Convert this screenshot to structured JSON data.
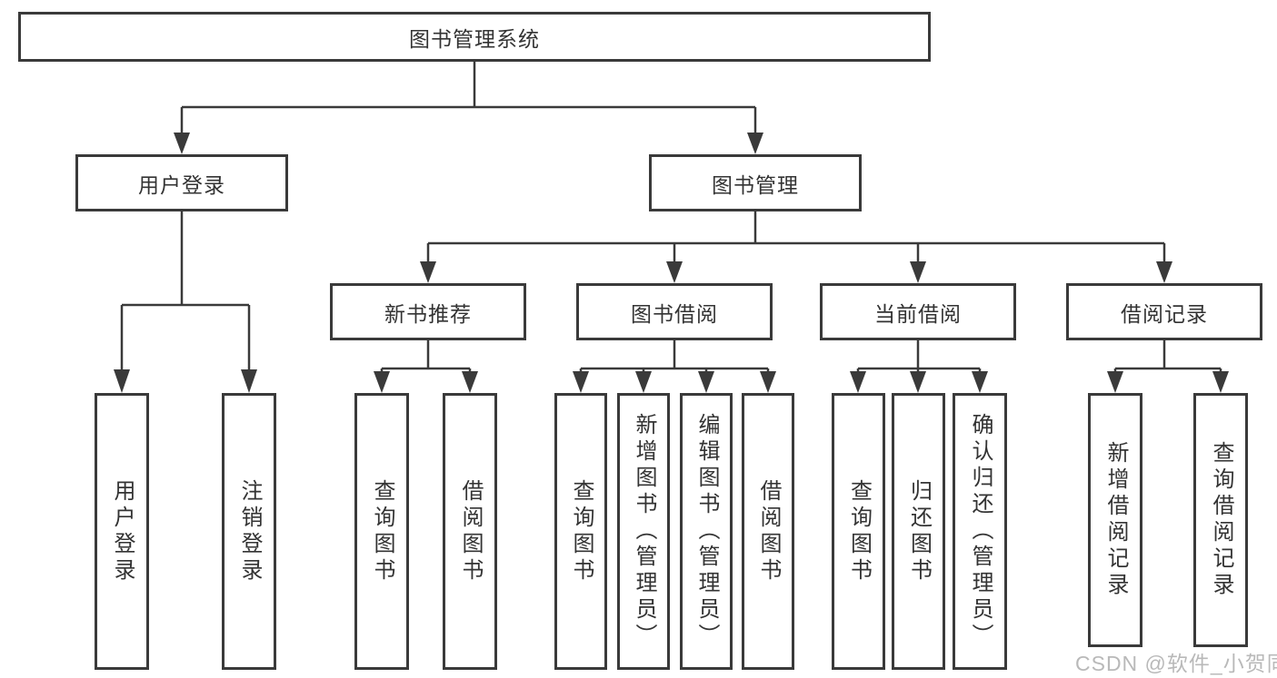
{
  "tree": {
    "label": "图书管理系统",
    "children": [
      {
        "label": "用户登录",
        "children": [
          {
            "label": "用户登录"
          },
          {
            "label": "注销登录"
          }
        ]
      },
      {
        "label": "图书管理",
        "children": [
          {
            "label": "新书推荐",
            "children": [
              {
                "label": "查询图书"
              },
              {
                "label": "借阅图书"
              }
            ]
          },
          {
            "label": "图书借阅",
            "children": [
              {
                "label": "查询图书"
              },
              {
                "label": "新增图书（管理员）"
              },
              {
                "label": "编辑图书（管理员）"
              },
              {
                "label": "借阅图书"
              }
            ]
          },
          {
            "label": "当前借阅",
            "children": [
              {
                "label": "查询图书"
              },
              {
                "label": "归还图书"
              },
              {
                "label": "确认归还（管理员）"
              }
            ]
          },
          {
            "label": "借阅记录",
            "children": [
              {
                "label": "新增借阅记录"
              },
              {
                "label": "查询借阅记录"
              }
            ]
          }
        ]
      }
    ]
  },
  "watermark": {
    "text": "CSDN @软件_小贺同学"
  },
  "colors": {
    "line": "#3a3a3a",
    "box_border": "#3a3a3a",
    "text": "#333333",
    "background": "#ffffff",
    "watermark": "#b9b9b9"
  }
}
